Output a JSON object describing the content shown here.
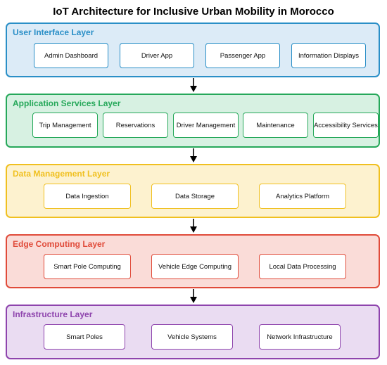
{
  "title": "IoT Architecture for Inclusive Urban Mobility in Morocco",
  "layers": [
    {
      "title": "User Interface Layer",
      "color": "#2a8fc7",
      "fill": "#dcebf7",
      "components": [
        "Admin Dashboard",
        "Driver App",
        "Passenger App",
        "Information Displays"
      ]
    },
    {
      "title": "Application Services Layer",
      "color": "#26a85a",
      "fill": "#d7f1e2",
      "components": [
        "Trip Management",
        "Reservations",
        "Driver Management",
        "Maintenance",
        "Accessibility Services"
      ]
    },
    {
      "title": "Data Management Layer",
      "color": "#f0c020",
      "fill": "#fdf2cf",
      "components": [
        "Data Ingestion",
        "Data Storage",
        "Analytics Platform"
      ]
    },
    {
      "title": "Edge Computing Layer",
      "color": "#e04b3a",
      "fill": "#fadcd8",
      "components": [
        "Smart Pole Computing",
        "Vehicle Edge Computing",
        "Local Data Processing"
      ]
    },
    {
      "title": "Infrastructure Layer",
      "color": "#8e44ad",
      "fill": "#eadcf2",
      "components": [
        "Smart Poles",
        "Vehicle Systems",
        "Network Infrastructure"
      ]
    }
  ]
}
